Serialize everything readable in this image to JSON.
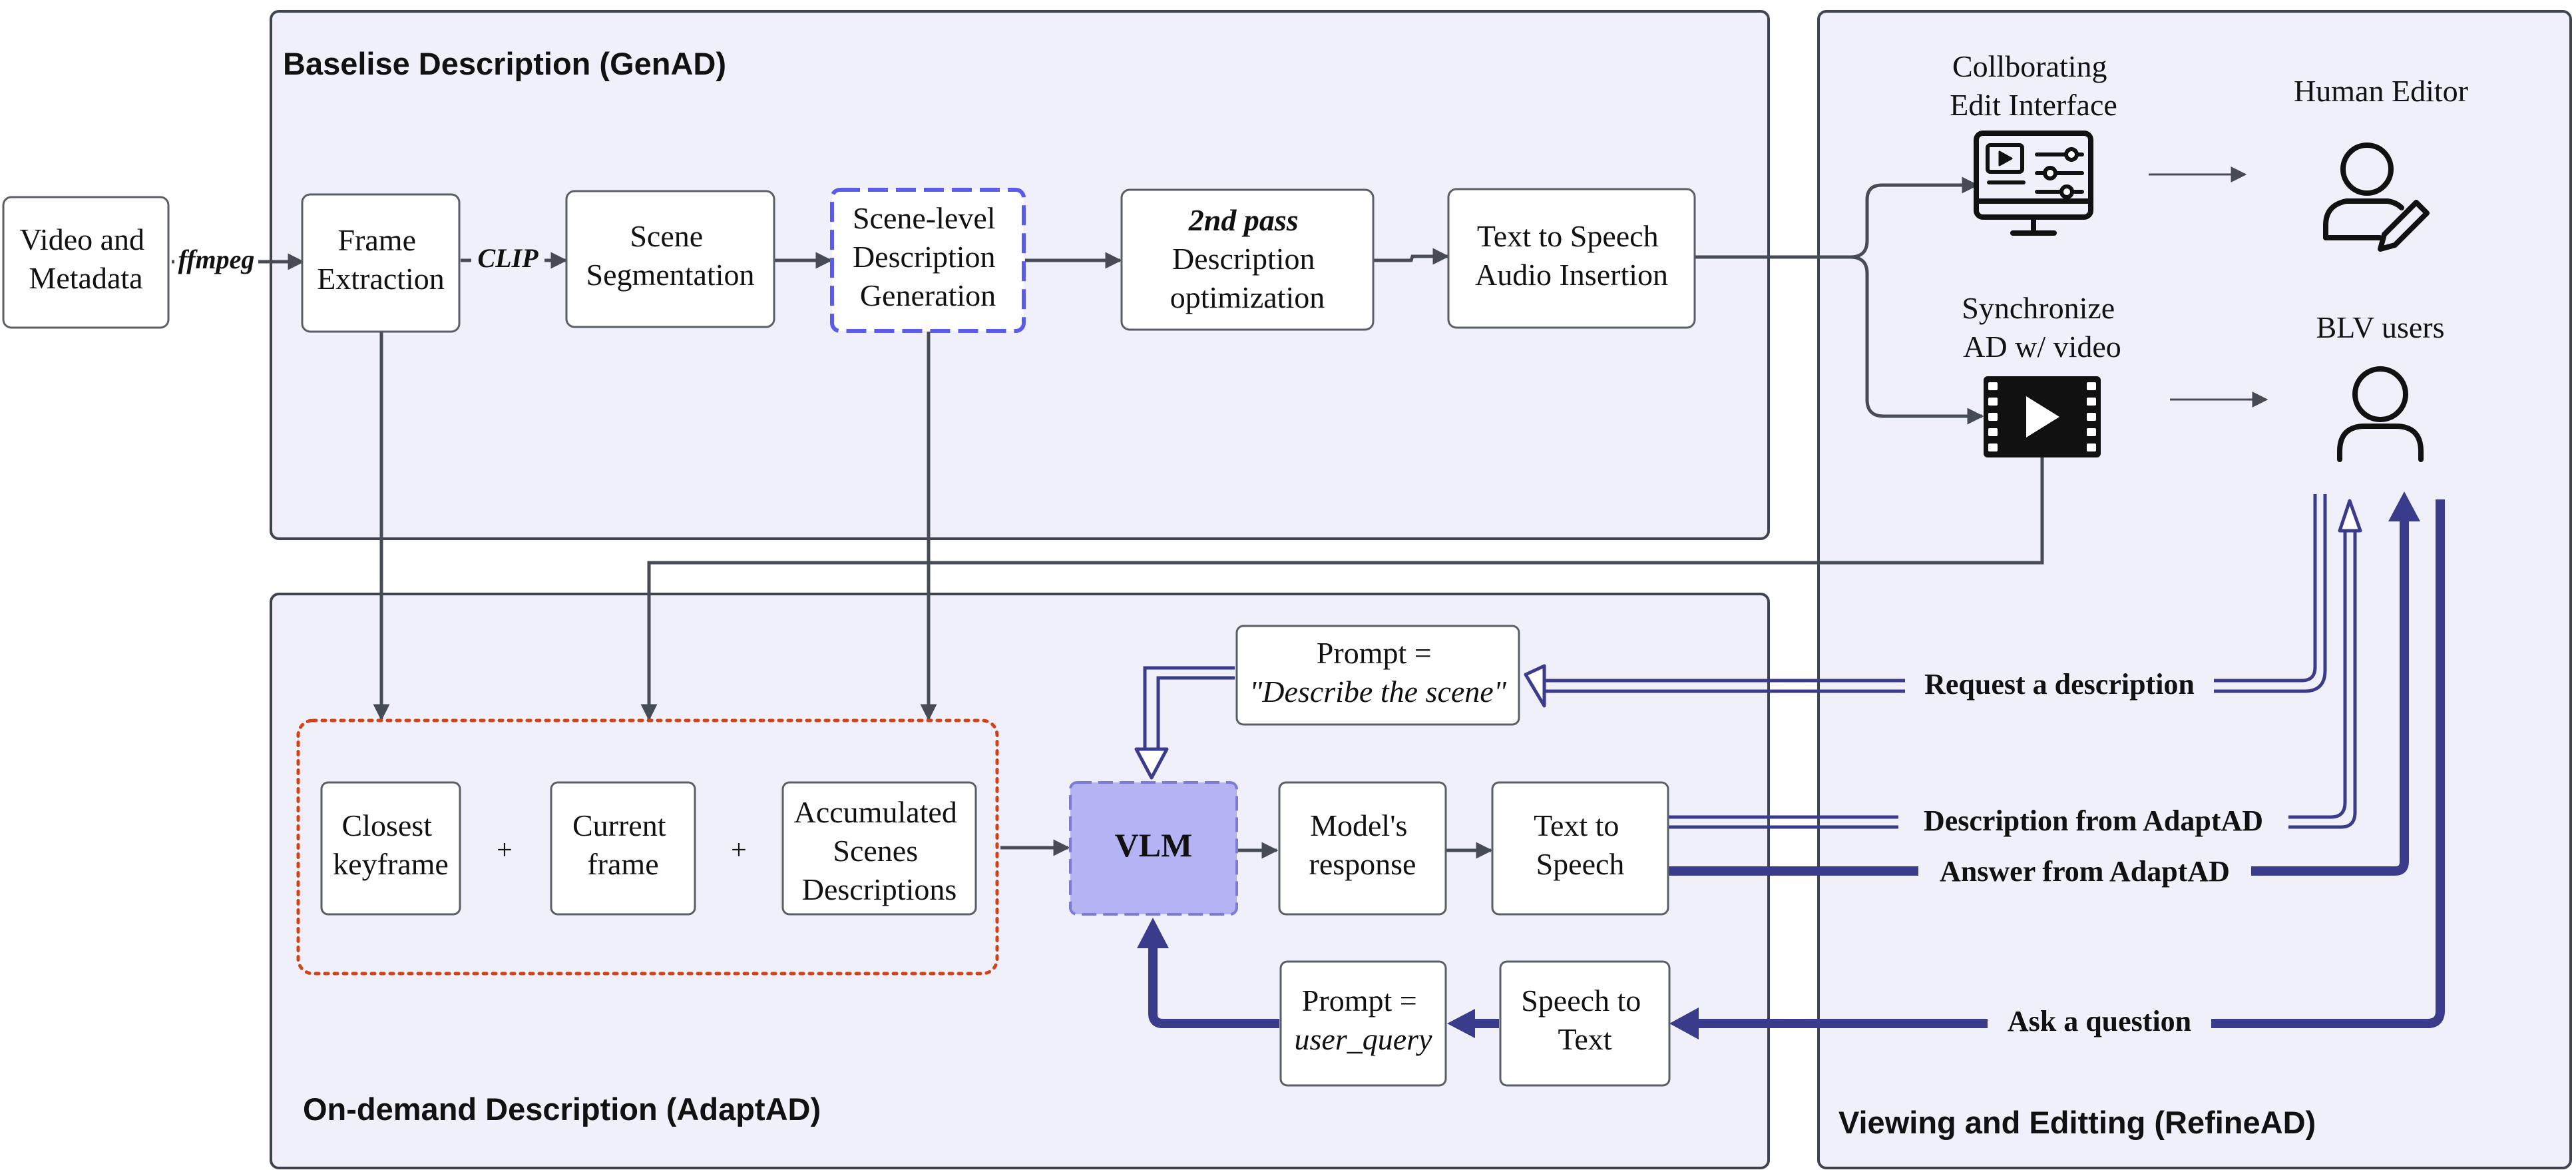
{
  "panels": {
    "genad_title": "Baselise Description (GenAD)",
    "adaptad_title": "On-demand Description (AdaptAD)",
    "refinead_title": "Viewing and Editting (RefineAD)"
  },
  "boxes": {
    "video": [
      "Video and",
      "Metadata"
    ],
    "frame_extraction": [
      "Frame",
      "Extraction"
    ],
    "scene_segmentation": [
      "Scene",
      "Segmentation"
    ],
    "scene_level": [
      "Scene-level",
      "Description",
      "Generation"
    ],
    "second_pass_title": "2nd pass",
    "second_pass": [
      "Description",
      "optimization"
    ],
    "tts_insertion": [
      "Text to Speech",
      "Audio Insertion"
    ],
    "closest_keyframe": [
      "Closest",
      "keyframe"
    ],
    "current_frame": [
      "Current",
      "frame"
    ],
    "accumulated": [
      "Accumulated",
      "Scenes",
      "Descriptions"
    ],
    "vlm": "VLM",
    "models_response": [
      "Model's",
      "response"
    ],
    "text_to_speech": [
      "Text to",
      "Speech"
    ],
    "prompt_describe_line1": "Prompt =",
    "prompt_describe_line2": "\"Describe the scene\"",
    "prompt_query_line1": "Prompt =",
    "prompt_query_line2": "user_query",
    "speech_to_text": [
      "Speech to",
      "Text"
    ]
  },
  "edge_labels": {
    "ffmpeg": "ffmpeg",
    "clip": "CLIP",
    "plus": "+"
  },
  "refine": {
    "collaborating": [
      "Collborating",
      "Edit Interface"
    ],
    "synchronize": [
      "Synchronize",
      "AD w/ video"
    ],
    "human_editor": "Human Editor",
    "blv_users": "BLV users"
  },
  "flow_labels": {
    "request": "Request a description",
    "description_from": "Description from AdaptAD",
    "answer_from": "Answer from AdaptAD",
    "ask": "Ask a question"
  },
  "colors": {
    "panel_bg": "#f0f0fb",
    "panel_border": "#3f434d",
    "arrow_gray": "#474b55",
    "arrow_blue": "#3b3b8c",
    "vlm_fill": "#b4b4f4",
    "scene_level_border": "#5b5bea",
    "context_border": "#d0441c"
  }
}
